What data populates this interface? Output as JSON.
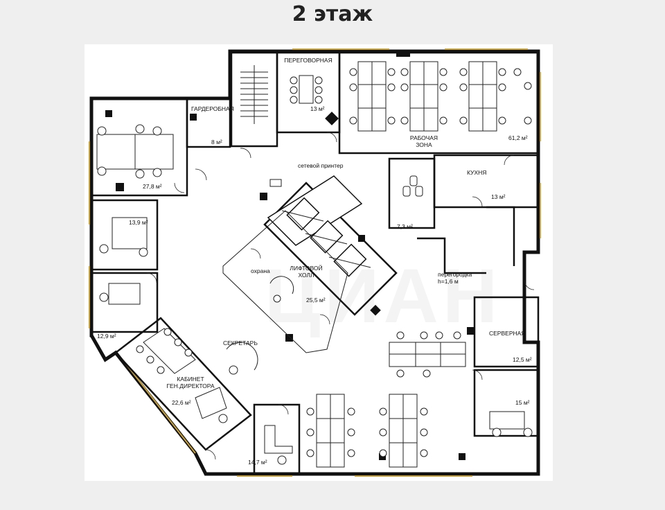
{
  "title": "2 этаж",
  "watermark": "ЦИАН",
  "rooms": {
    "meeting": {
      "name": "ПЕРЕГОВОРНАЯ",
      "area": "13 м²"
    },
    "workzone": {
      "name": "РАБОЧАЯ\nЗОНА",
      "area": "61,2 м²"
    },
    "cloakroom": {
      "name": "ГАРДЕРОБНАЯ",
      "area": "8 м²"
    },
    "office_nw": {
      "area": "27,8 м²"
    },
    "printer": {
      "name": "сетевой принтер"
    },
    "kitchen": {
      "name": "КУХНЯ",
      "area": "13 м²"
    },
    "office_w": {
      "area": "13,9 м²"
    },
    "wc": {
      "area": "7,3 м²"
    },
    "lifthall": {
      "name": "ЛИФТОВОЙ\nХОЛЛ",
      "area": "25,5 м²"
    },
    "security": {
      "name": "охрана"
    },
    "partition": {
      "name": "перегородка\nh=1,6 м"
    },
    "office_sw": {
      "area": "12,9 м²"
    },
    "secretary": {
      "name": "СЕКРЕТАРЬ"
    },
    "server": {
      "name": "СЕРВЕРНАЯ",
      "area": "12,5 м²"
    },
    "director": {
      "name": "КАБИНЕТ\nГЕН.ДИРЕКТОРА",
      "area": "22,6 м²"
    },
    "office_se": {
      "area": "15 м²"
    },
    "office_s": {
      "area": "14,7 м²"
    }
  },
  "colors": {
    "wall": "#111111",
    "window": "#c9a23c",
    "background": "#efefef",
    "sheet": "#ffffff"
  }
}
